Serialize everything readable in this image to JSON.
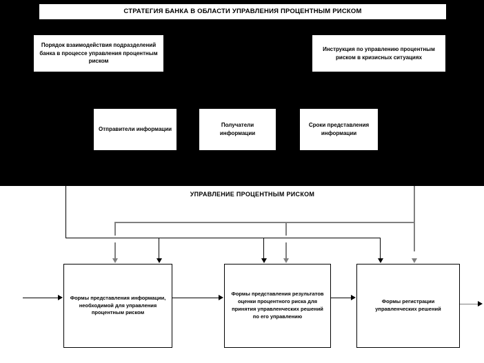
{
  "diagram": {
    "title": "СТРАТЕГИЯ БАНКА В ОБЛАСТИ УПРАВЛЕНИЯ ПРОЦЕНТНЫМ РИСКОМ",
    "colors": {
      "background": "#000000",
      "panel": "#ffffff",
      "box_fill": "#ffffff",
      "box_border": "#000000",
      "text": "#000000",
      "connector_black": "#000000",
      "connector_gray": "#7f7f7f"
    },
    "tier2": [
      {
        "id": "order",
        "label": "Порядок взаимодействия подразделений банка в процессе управления процентным риском"
      },
      {
        "id": "instruction",
        "label": "Инструкция по управлению процентным риском в кризисных ситуациях"
      }
    ],
    "tier3": [
      {
        "id": "senders",
        "label": "Отправители информации"
      },
      {
        "id": "receivers",
        "label": "Получатели информации"
      },
      {
        "id": "deadlines",
        "label": "Сроки представления информации"
      }
    ],
    "management": {
      "heading": "УПРАВЛЕНИЕ ПРОЦЕНТНЫМ  РИСКОМ"
    },
    "tier4": [
      {
        "id": "forms-info",
        "label": "Формы представления информации, необходимой для управления процентным риском"
      },
      {
        "id": "forms-eval",
        "label": "Формы представления результатов оценки процентного риска для принятия управленческих решений по его управлению"
      },
      {
        "id": "forms-reg",
        "label": "Формы регистрации управленческих решений"
      }
    ]
  }
}
